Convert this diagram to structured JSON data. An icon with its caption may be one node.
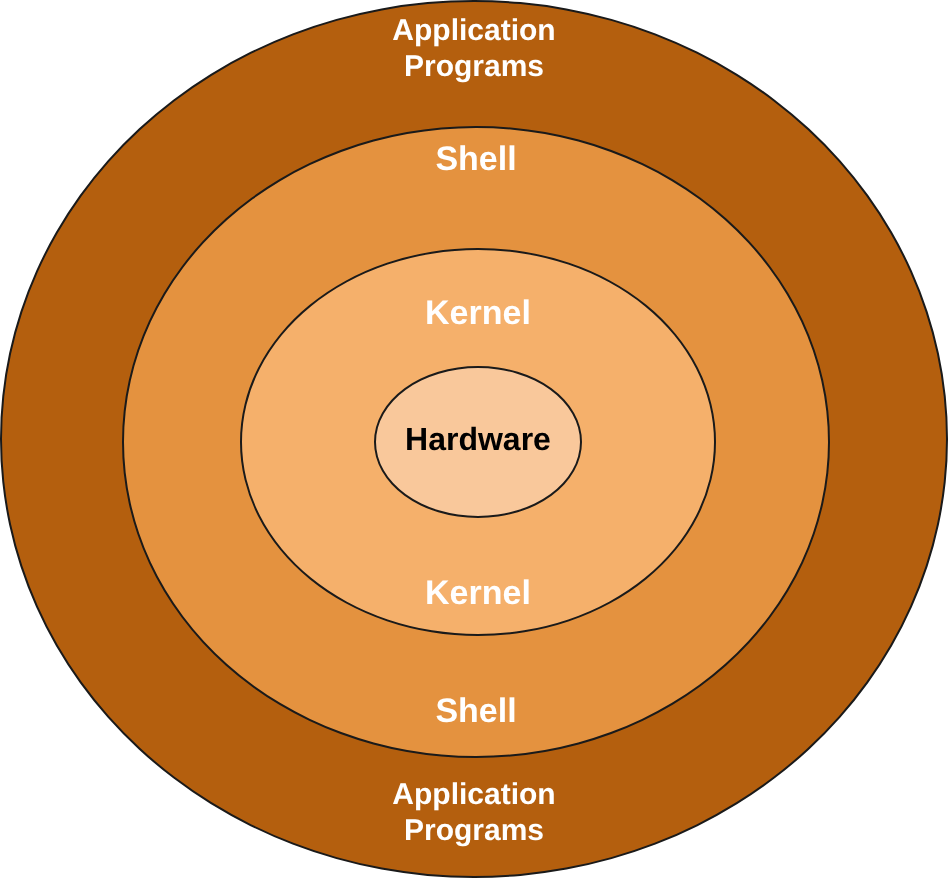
{
  "diagram": {
    "nodes": [
      {
        "text": [
          "Application Programs",
          "Application Programs"
        ]
      },
      {
        "text": [
          "Shell",
          "Shell"
        ],
        "in": 0
      },
      {
        "text": [
          "Kernel",
          "Kernel"
        ],
        "in": 1
      },
      {
        "text": [
          "Hardware"
        ],
        "in": 2
      }
    ]
  }
}
